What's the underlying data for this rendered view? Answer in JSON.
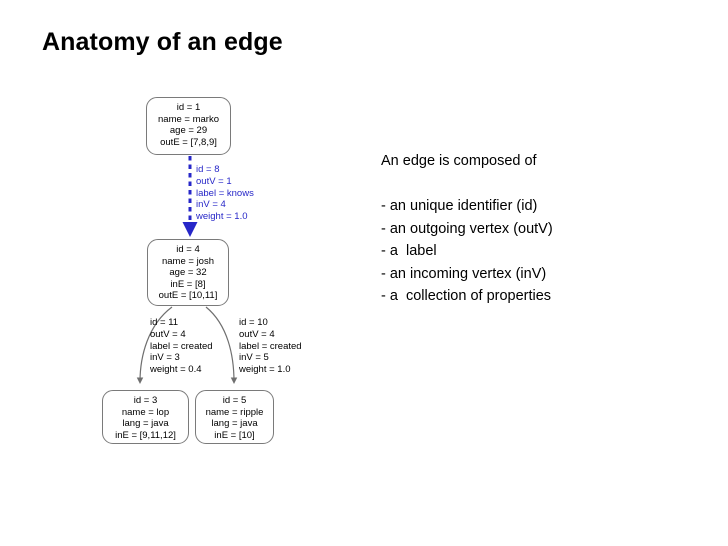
{
  "slide": {
    "title": "Anatomy of an edge",
    "background": "#ffffff"
  },
  "colors": {
    "edge_highlight": "#2727c8",
    "edge_default": "#6f6f6f",
    "vertex_border": "#7a7a7a",
    "text": "#000000"
  },
  "graph": {
    "vertices": [
      {
        "id": "marko",
        "props": [
          "id = 1",
          "name = marko",
          "age = 29",
          "outE = [7,8,9]"
        ]
      },
      {
        "id": "josh",
        "props": [
          "id = 4",
          "name = josh",
          "age = 32",
          "inE = [8]",
          "outE = [10,11]"
        ]
      },
      {
        "id": "lop",
        "props": [
          "id = 3",
          "name = lop",
          "lang = java",
          "inE = [9,11,12]"
        ]
      },
      {
        "id": "ripple",
        "props": [
          "id = 5",
          "name = ripple",
          "lang = java",
          "inE = [10]"
        ]
      }
    ],
    "edges": [
      {
        "id": "knows",
        "style": "dashed-highlight",
        "from": "marko",
        "to": "josh",
        "props": [
          "id = 8",
          "outV = 1",
          "label = knows",
          "inV = 4",
          "weight = 1.0"
        ]
      },
      {
        "id": "created-lop",
        "style": "solid",
        "from": "josh",
        "to": "lop",
        "props": [
          "id = 11",
          "outV = 4",
          "label = created",
          "inV = 3",
          "weight = 0.4"
        ]
      },
      {
        "id": "created-ripple",
        "style": "solid",
        "from": "josh",
        "to": "ripple",
        "props": [
          "id = 10",
          "outV = 4",
          "label = created",
          "inV = 5",
          "weight = 1.0"
        ]
      }
    ]
  },
  "description": {
    "lines": [
      "An edge is composed of",
      "",
      "- an unique identifier (id)",
      "- an outgoing vertex (outV)",
      "- a  label",
      "- an incoming vertex (inV)",
      "- a  collection of properties"
    ]
  }
}
